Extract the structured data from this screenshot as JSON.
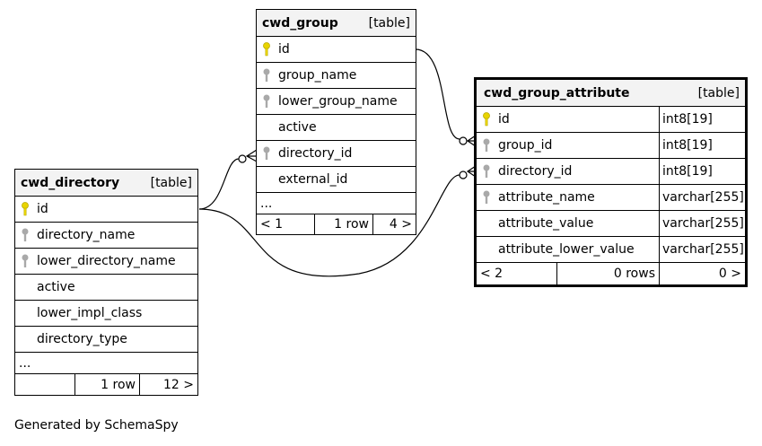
{
  "tables": {
    "cwd_group": {
      "name": "cwd_group",
      "kind": "[table]",
      "columns": [
        {
          "name": "id",
          "key": "primary"
        },
        {
          "name": "group_name",
          "key": "index"
        },
        {
          "name": "lower_group_name",
          "key": "index"
        },
        {
          "name": "active",
          "key": "none"
        },
        {
          "name": "directory_id",
          "key": "index"
        },
        {
          "name": "external_id",
          "key": "none"
        }
      ],
      "more": "...",
      "footer": {
        "parents": "< 1",
        "rows": "1 row",
        "children": "4 >"
      }
    },
    "cwd_group_attribute": {
      "name": "cwd_group_attribute",
      "kind": "[table]",
      "columns": [
        {
          "name": "id",
          "type": "int8[19]",
          "key": "primary"
        },
        {
          "name": "group_id",
          "type": "int8[19]",
          "key": "index"
        },
        {
          "name": "directory_id",
          "type": "int8[19]",
          "key": "index"
        },
        {
          "name": "attribute_name",
          "type": "varchar[255]",
          "key": "index"
        },
        {
          "name": "attribute_value",
          "type": "varchar[255]",
          "key": "none"
        },
        {
          "name": "attribute_lower_value",
          "type": "varchar[255]",
          "key": "none"
        }
      ],
      "footer": {
        "parents": "< 2",
        "rows": "0 rows",
        "children": "0 >"
      }
    },
    "cwd_directory": {
      "name": "cwd_directory",
      "kind": "[table]",
      "columns": [
        {
          "name": "id",
          "key": "primary"
        },
        {
          "name": "directory_name",
          "key": "index"
        },
        {
          "name": "lower_directory_name",
          "key": "index"
        },
        {
          "name": "active",
          "key": "none"
        },
        {
          "name": "lower_impl_class",
          "key": "none"
        },
        {
          "name": "directory_type",
          "key": "none"
        }
      ],
      "more": "...",
      "footer": {
        "parents": "",
        "rows": "1 row",
        "children": "12 >"
      }
    }
  },
  "colors": {
    "primary_key": "#e8d400",
    "index_key": "#a9a9a9",
    "header_bg": "#f3f3f3"
  },
  "icons": {
    "primary": "primary-key-icon",
    "index": "index-key-icon"
  },
  "generated_by": "Generated by SchemaSpy"
}
